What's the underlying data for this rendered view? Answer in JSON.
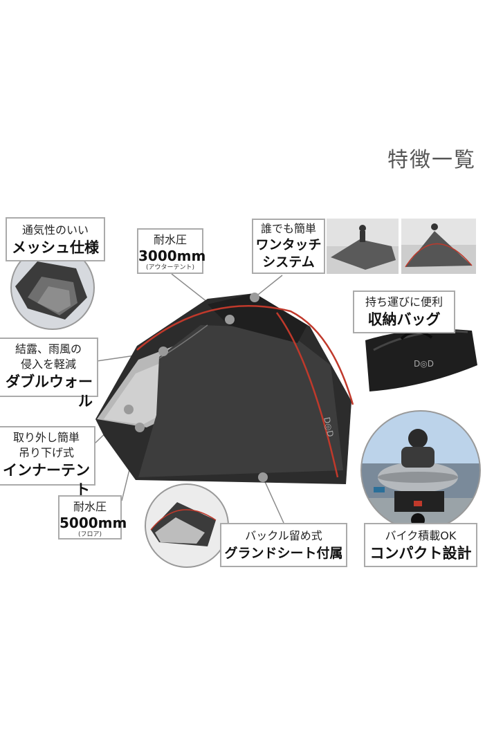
{
  "title": "特徴一覧",
  "colors": {
    "tent": "#3a3a3a",
    "tent_dark": "#262626",
    "pole": "#c0392b",
    "inner": "#9a9a9a",
    "border": "#aaaaaa",
    "dot": "#9a9a9a"
  },
  "features": {
    "mesh": {
      "line1": "通気性のいい",
      "line2": "メッシュ仕様"
    },
    "outer_water": {
      "line1": "耐水圧",
      "value": "3000mm",
      "note": "(アウターテント)"
    },
    "one_touch": {
      "line1": "誰でも簡単",
      "line2": "ワンタッチ",
      "line3": "システム"
    },
    "carry": {
      "line1": "持ち運びに便利",
      "line2": "収納バッグ"
    },
    "double_wall": {
      "line1": "結露、雨風の",
      "line2": "侵入を軽減",
      "line3": "ダブルウォール"
    },
    "inner_tent": {
      "line1": "取り外し簡単",
      "line2": "吊り下げ式",
      "line3": "インナーテント"
    },
    "floor_water": {
      "line1": "耐水圧",
      "value": "5000mm",
      "note": "(フロア)"
    },
    "ground_sheet": {
      "line1": "バックル留め式",
      "line2": "グランドシート付属"
    },
    "bike": {
      "line1": "バイク積載OK",
      "line2": "コンパクト設計"
    }
  },
  "logo_text": "DOD"
}
